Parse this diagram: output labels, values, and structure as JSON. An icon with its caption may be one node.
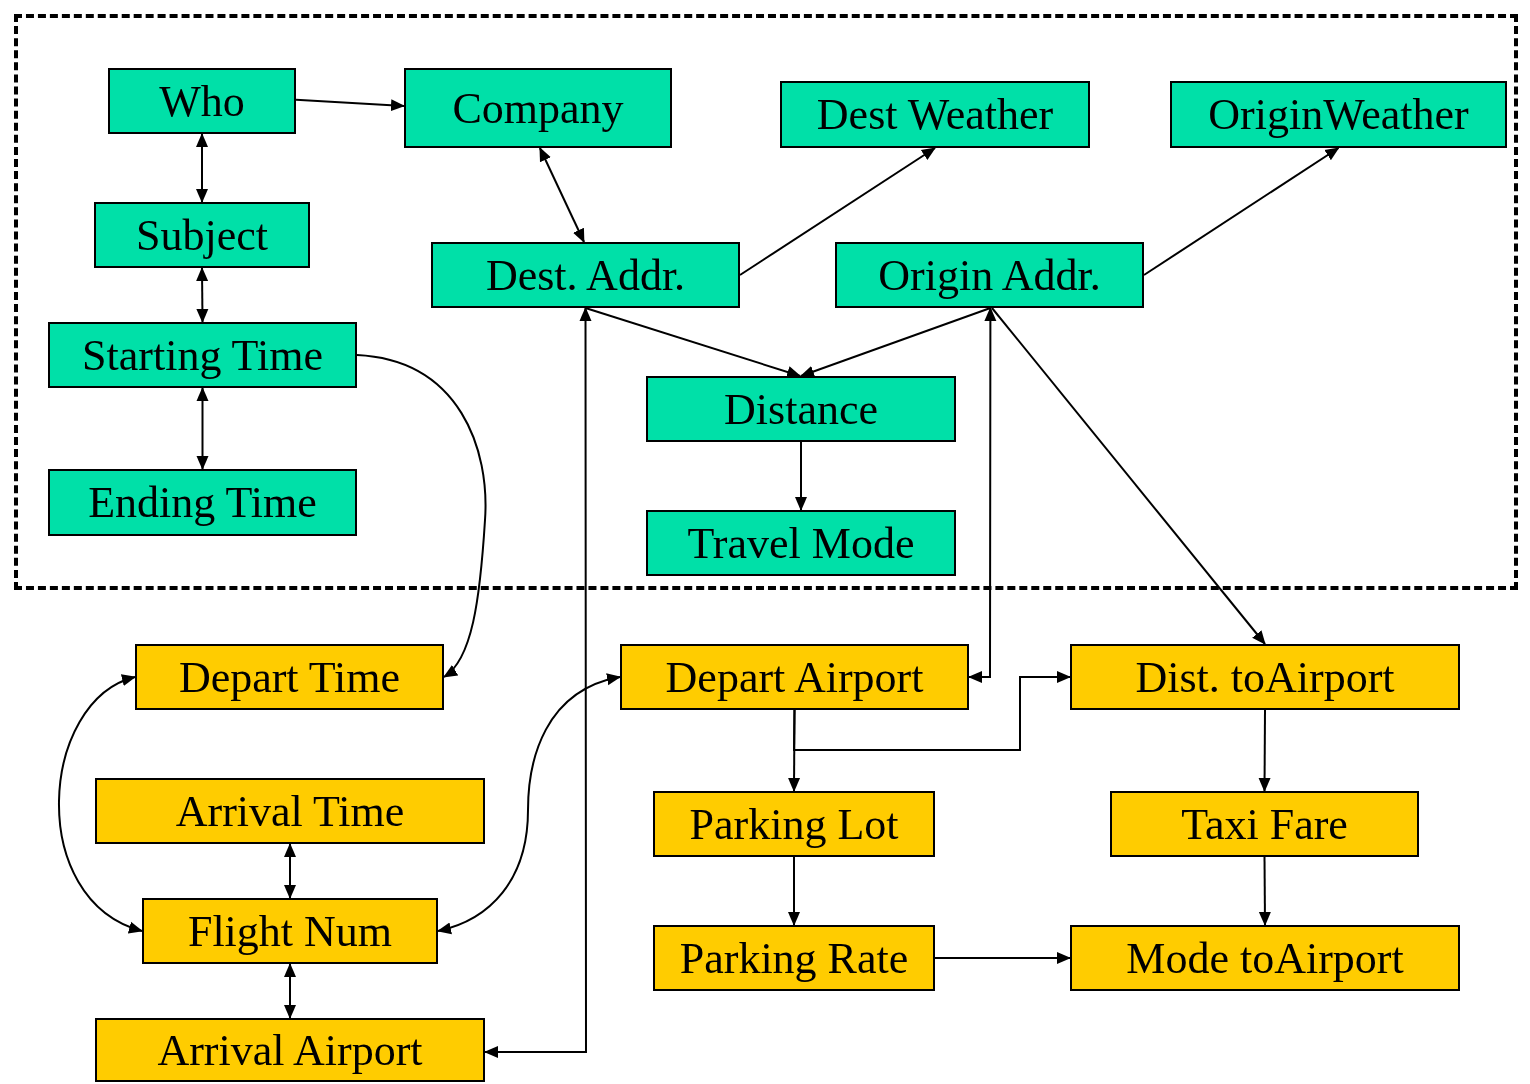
{
  "diagram": {
    "nodes": [
      {
        "text": [],
        "shape": "box"
      },
      {
        "text": [
          "Who"
        ],
        "in": 0
      },
      {
        "text": [
          "Company"
        ],
        "in": 0
      },
      {
        "text": [
          "Dest Weather"
        ],
        "in": 0
      },
      {
        "text": [
          "OriginWeather"
        ],
        "in": 0
      },
      {
        "text": [
          "Subject"
        ],
        "in": 0
      },
      {
        "text": [
          "Dest. Addr."
        ],
        "in": 0
      },
      {
        "text": [
          "Origin Addr."
        ],
        "in": 0
      },
      {
        "text": [
          "Starting Time"
        ],
        "in": 0
      },
      {
        "text": [
          "Distance"
        ],
        "in": 0
      },
      {
        "text": [
          "Ending Time"
        ],
        "in": 0
      },
      {
        "text": [
          "Travel Mode"
        ],
        "in": 0
      },
      {
        "text": [
          "Depart Time"
        ]
      },
      {
        "text": [
          "Depart Airport"
        ]
      },
      {
        "text": [
          "Dist. toAirport"
        ]
      },
      {
        "text": [
          "Arrival Time"
        ]
      },
      {
        "text": [
          "Parking Lot"
        ]
      },
      {
        "text": [
          "Taxi Fare"
        ]
      },
      {
        "text": [
          "Flight Num"
        ]
      },
      {
        "text": [
          "Parking Rate"
        ]
      },
      {
        "text": [
          "Mode toAirport"
        ]
      },
      {
        "text": [
          "Arrival Airport"
        ]
      }
    ],
    "edges": [
      {
        "from": 1,
        "to": 2,
        "arrow": "to"
      },
      {
        "from": 1,
        "to": 5,
        "arrow": "both"
      },
      {
        "from": 5,
        "to": 8,
        "arrow": "both"
      },
      {
        "from": 8,
        "to": 10,
        "arrow": "both"
      },
      {
        "from": 2,
        "to": 6,
        "arrow": "both"
      },
      {
        "from": 6,
        "to": 3,
        "arrow": "to"
      },
      {
        "from": 7,
        "to": 4,
        "arrow": "to"
      },
      {
        "from": 6,
        "to": 9,
        "arrow": "to"
      },
      {
        "from": 7,
        "to": 9,
        "arrow": "to"
      },
      {
        "from": 9,
        "to": 11,
        "arrow": "to"
      },
      {
        "from": 8,
        "to": 12,
        "arrow": "to"
      },
      {
        "from": 7,
        "to": 13,
        "arrow": "both"
      },
      {
        "from": 7,
        "to": 14,
        "arrow": "to"
      },
      {
        "from": 12,
        "to": 18,
        "arrow": "both"
      },
      {
        "from": 15,
        "to": 18,
        "arrow": "both"
      },
      {
        "from": 18,
        "to": 21,
        "arrow": "both"
      },
      {
        "from": 13,
        "to": 18,
        "arrow": "both"
      },
      {
        "from": 6,
        "to": 21,
        "arrow": "both"
      },
      {
        "from": 13,
        "to": 16,
        "arrow": "to"
      },
      {
        "from": 13,
        "to": 14,
        "arrow": "to"
      },
      {
        "from": 14,
        "to": 17,
        "arrow": "to"
      },
      {
        "from": 16,
        "to": 19,
        "arrow": "to"
      },
      {
        "from": 17,
        "to": 20,
        "arrow": "to"
      },
      {
        "from": 19,
        "to": 20,
        "arrow": "to"
      }
    ]
  }
}
